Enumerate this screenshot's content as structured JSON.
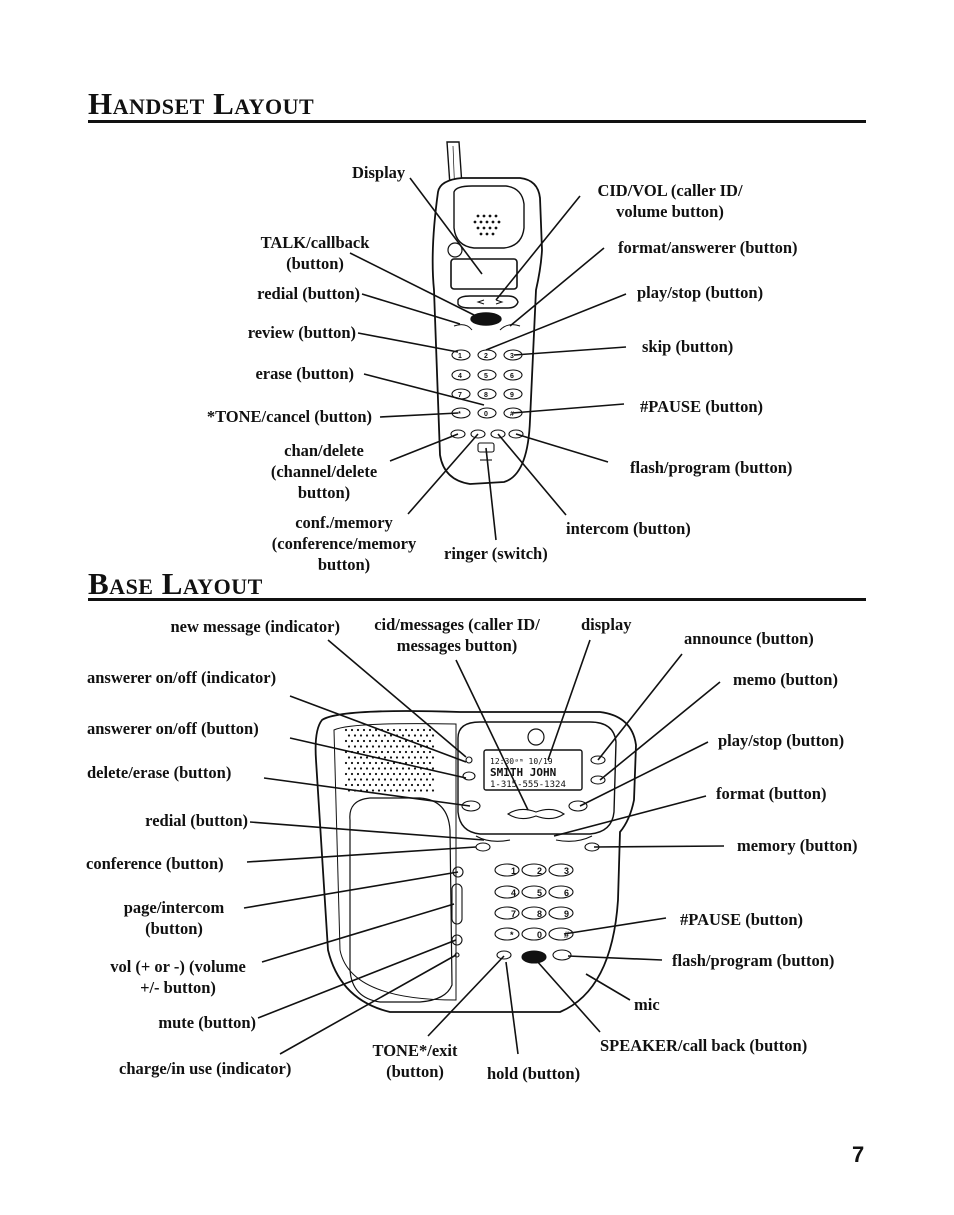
{
  "sections": {
    "handset": {
      "title": "Handset Layout"
    },
    "base": {
      "title": "Base Layout"
    }
  },
  "page_number": "7",
  "handset_labels": {
    "display": "Display",
    "cid_vol_1": "CID/VOL (caller ID/",
    "cid_vol_2": "volume button)",
    "talk_1": "TALK/callback",
    "talk_2": "(button)",
    "format_answerer": "format/answerer (button)",
    "redial": "redial (button)",
    "play_stop": "play/stop (button)",
    "review": "review (button)",
    "skip": "skip (button)",
    "erase": "erase (button)",
    "pause": "#PAUSE (button)",
    "tone_cancel": "*TONE/cancel (button)",
    "chan_1": "chan/delete",
    "chan_2": "(channel/delete",
    "chan_3": "button)",
    "flash_program": "flash/program (button)",
    "conf_1": "conf./memory",
    "conf_2": "(conference/memory",
    "conf_3": "button)",
    "ringer": "ringer (switch)",
    "intercom": "intercom (button)"
  },
  "base_labels": {
    "new_message": "new message (indicator)",
    "cid_msg_1": "cid/messages (caller ID/",
    "cid_msg_2": "messages button)",
    "display": "display",
    "announce": "announce (button)",
    "answerer_indicator": "answerer on/off (indicator)",
    "memo": "memo (button)",
    "answerer_button": "answerer on/off (button)",
    "play_stop": "play/stop (button)",
    "delete_erase": "delete/erase (button)",
    "format": "format (button)",
    "redial": "redial (button)",
    "memory": "memory (button)",
    "conference": "conference (button)",
    "page_1": "page/intercom",
    "page_2": "(button)",
    "pause": "#PAUSE (button)",
    "vol_1": "vol (+ or -) (volume",
    "vol_2": "+/- button)",
    "flash_program": "flash/program (button)",
    "mute": "mute (button)",
    "mic": "mic",
    "speaker": "SPEAKER/call back (button)",
    "charge": "charge/in use (indicator)",
    "tone_1": "TONE*/exit",
    "tone_2": "(button)",
    "hold": "hold (button)"
  },
  "base_lcd": {
    "line1": "12:30ᵃᵐ    10/19",
    "line2": "SMITH JOHN",
    "line3": "1-315-555-1324"
  },
  "icons": [
    "handset-phone-illustration",
    "base-station-illustration"
  ]
}
